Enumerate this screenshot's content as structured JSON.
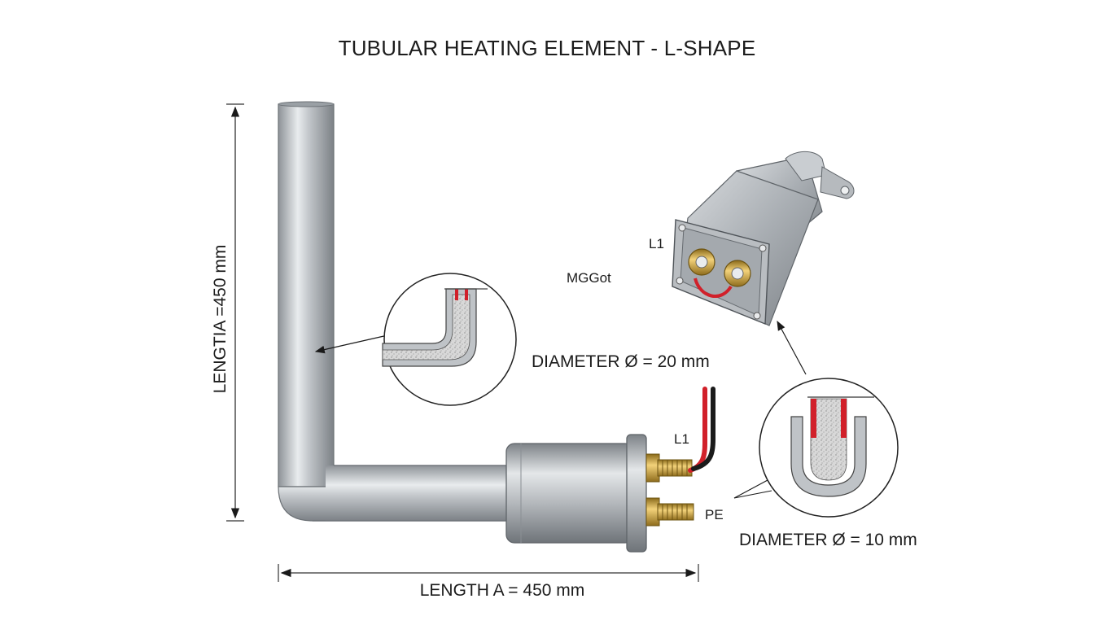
{
  "title": "TUBULAR HEATING ELEMENT - L-SHAPE",
  "dimensions": {
    "vertical_length": "LENGTIA =450 mm",
    "horizontal_length": "LENGTH A = 450 mm",
    "diameter_large": "DIAMETER Ø = 20 mm",
    "diameter_small": "DIAMETER Ø = 10 mm"
  },
  "labels": {
    "terminal_l1_main": "L1",
    "terminal_pe": "PE",
    "terminal_l1_box": "L1",
    "material": "MGGot"
  },
  "colors": {
    "tube_steel": "#b8bcc1",
    "brass": "#c9a23a",
    "live_wire": "#d1202a",
    "neutral_wire": "#1b1b1b",
    "insulation_fill": "#d7d7d7"
  }
}
